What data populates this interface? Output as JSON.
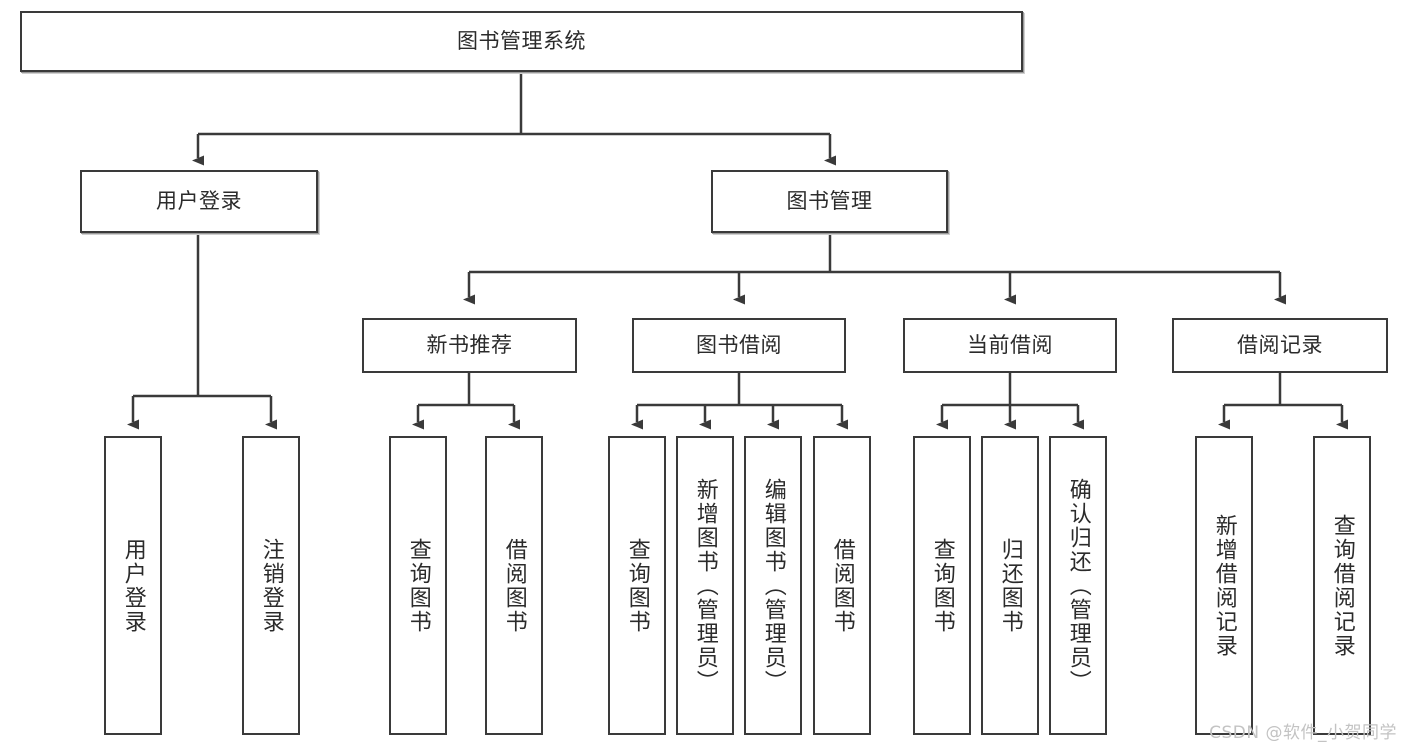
{
  "diagram": {
    "type": "tree-hierarchy-chart",
    "title": "图书管理系统",
    "watermark": "CSDN @软件_小贺同学",
    "colors": {
      "box_border": "#3a3a3a",
      "box_fill": "#ffffff",
      "connector": "#3a3a3a",
      "text": "#2b2b2b",
      "watermark": "#c3c3c3"
    },
    "levels": {
      "root": {
        "label": "图书管理系统"
      },
      "level2": [
        {
          "id": "user-login",
          "label": "用户登录"
        },
        {
          "id": "book-management",
          "label": "图书管理"
        }
      ],
      "level3": [
        {
          "id": "new-book-recommend",
          "label": "新书推荐",
          "parent": "book-management"
        },
        {
          "id": "book-borrow",
          "label": "图书借阅",
          "parent": "book-management"
        },
        {
          "id": "current-borrow",
          "label": "当前借阅",
          "parent": "book-management"
        },
        {
          "id": "borrow-record",
          "label": "借阅记录",
          "parent": "book-management"
        }
      ],
      "leaves": [
        {
          "id": "leaf-user-login",
          "label": "用户登录",
          "parent": "user-login"
        },
        {
          "id": "leaf-logout",
          "label": "注销登录",
          "parent": "user-login"
        },
        {
          "id": "leaf-query-book-1",
          "label": "查询图书",
          "parent": "new-book-recommend"
        },
        {
          "id": "leaf-borrow-book-1",
          "label": "借阅图书",
          "parent": "new-book-recommend"
        },
        {
          "id": "leaf-query-book-2",
          "label": "查询图书",
          "parent": "book-borrow"
        },
        {
          "id": "leaf-add-book",
          "label": "新增图书（管理员）",
          "parent": "book-borrow"
        },
        {
          "id": "leaf-edit-book",
          "label": "编辑图书（管理员）",
          "parent": "book-borrow"
        },
        {
          "id": "leaf-borrow-book-2",
          "label": "借阅图书",
          "parent": "book-borrow"
        },
        {
          "id": "leaf-query-book-3",
          "label": "查询图书",
          "parent": "current-borrow"
        },
        {
          "id": "leaf-return-book",
          "label": "归还图书",
          "parent": "current-borrow"
        },
        {
          "id": "leaf-confirm-return",
          "label": "确认归还（管理员）",
          "parent": "current-borrow"
        },
        {
          "id": "leaf-add-record",
          "label": "新增借阅记录",
          "parent": "borrow-record"
        },
        {
          "id": "leaf-query-record",
          "label": "查询借阅记录",
          "parent": "borrow-record"
        }
      ]
    }
  }
}
